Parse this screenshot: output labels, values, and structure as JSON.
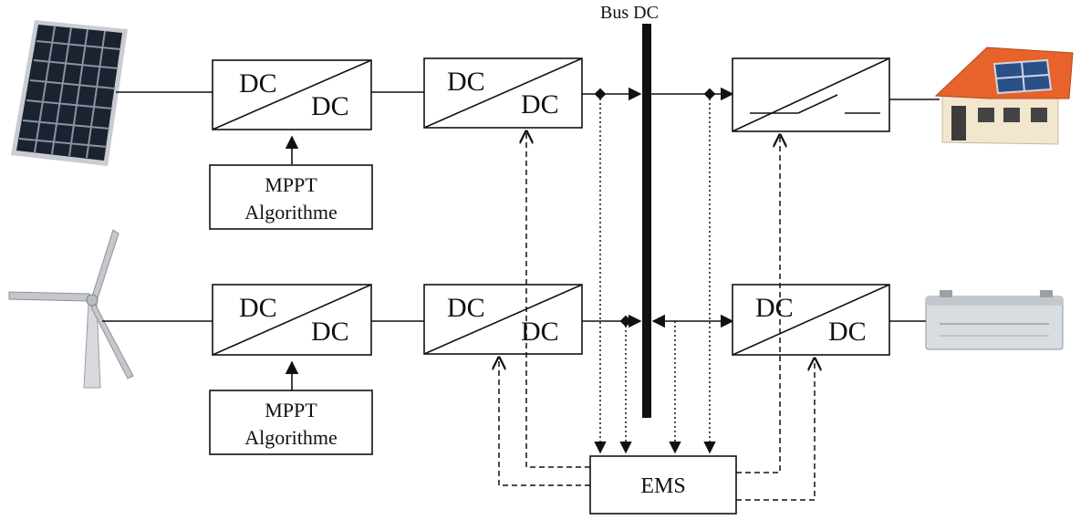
{
  "bus": {
    "label": "Bus DC"
  },
  "converters": {
    "pv_boost": {
      "top": "DC",
      "bottom": "DC"
    },
    "pv_out": {
      "top": "DC",
      "bottom": "DC"
    },
    "wind_boost": {
      "top": "DC",
      "bottom": "DC"
    },
    "wind_out": {
      "top": "DC",
      "bottom": "DC"
    },
    "battery": {
      "top": "DC",
      "bottom": "DC"
    }
  },
  "mppt_pv": {
    "line1": "MPPT",
    "line2": "Algorithme"
  },
  "mppt_wind": {
    "line1": "MPPT",
    "line2": "Algorithme"
  },
  "ems": {
    "label": "EMS"
  },
  "icons": {
    "solar": "solar-panel-icon",
    "wind": "wind-turbine-icon",
    "house": "house-icon",
    "battery": "battery-icon",
    "switch": "switch-icon"
  },
  "colors": {
    "roof": "#e8622c",
    "wall": "#f2e6cf",
    "panel": "#1b2230",
    "battery_body": "#d8dde2"
  }
}
